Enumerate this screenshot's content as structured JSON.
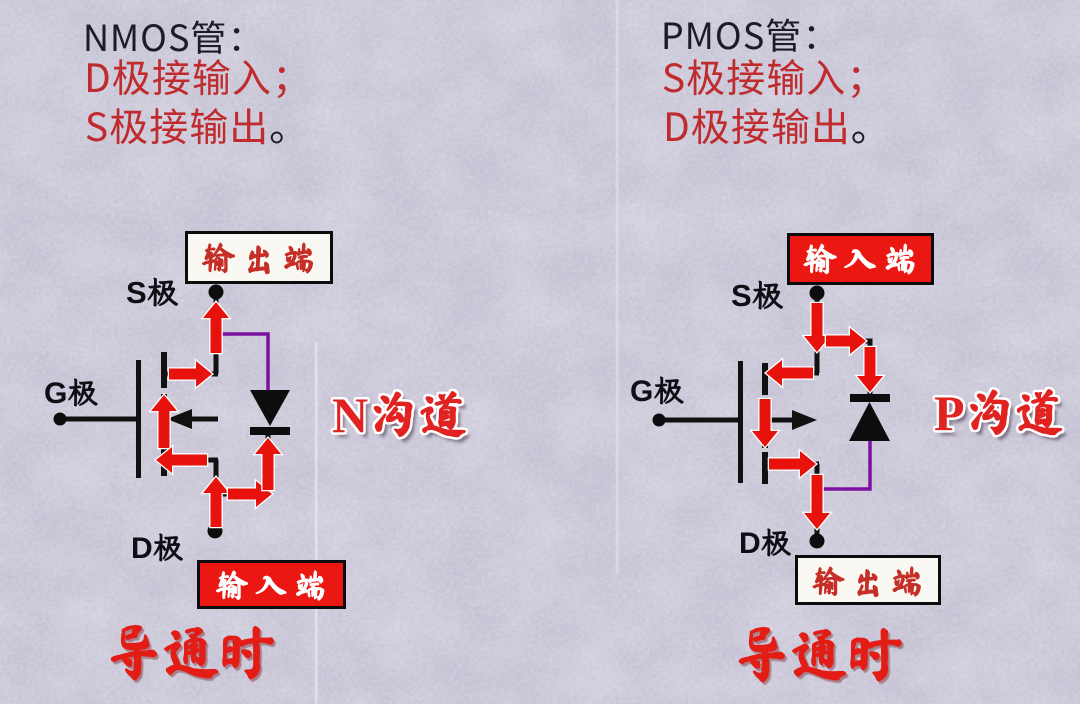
{
  "colors": {
    "background": "#b6b2c6",
    "header_dark": "#1c1c26",
    "header_red": "#c02b2e",
    "arrow_red": "#e8120c",
    "box_red": "#ea1713",
    "box_text_red": "#cd2026",
    "channel_red": "#e02220",
    "conduction_red": "#e31d15",
    "purple": "#7c10a0"
  },
  "left_panel": {
    "type": "NMOS",
    "header": {
      "line1": "NMOS管：",
      "line2": "D极接输入；",
      "line3": "S极接输出",
      "line3_period": "。"
    },
    "top_box_label": "输出端",
    "bottom_box_label": "输入端",
    "source_label": "S极",
    "gate_label": "G极",
    "drain_label": "D极",
    "channel_label": "N沟道",
    "conduction_label": "导通时"
  },
  "right_panel": {
    "type": "PMOS",
    "header": {
      "line1": "PMOS管：",
      "line2": "S极接输入；",
      "line3": "D极接输出",
      "line3_period": "。"
    },
    "top_box_label": "输入端",
    "bottom_box_label": "输出端",
    "source_label": "S极",
    "gate_label": "G极",
    "drain_label": "D极",
    "channel_label": "P沟道",
    "conduction_label": "导通时"
  }
}
